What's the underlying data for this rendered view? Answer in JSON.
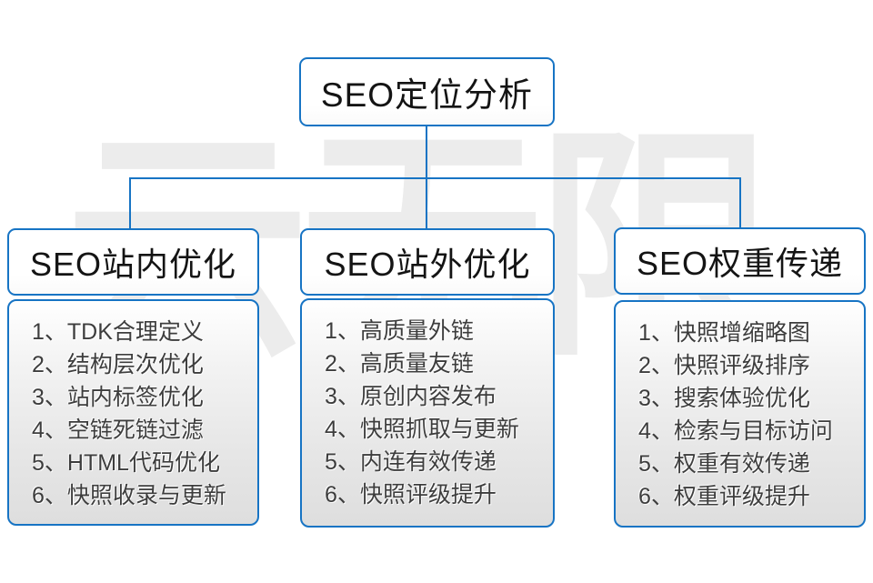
{
  "watermark": "云无限",
  "root": {
    "title": "SEO定位分析"
  },
  "columns": [
    {
      "title": "SEO站内优化",
      "items": [
        "1、TDK合理定义",
        "2、结构层次优化",
        "3、站内标签优化",
        "4、空链死链过滤",
        "5、HTML代码优化",
        "6、快照收录与更新"
      ]
    },
    {
      "title": "SEO站外优化",
      "items": [
        "1、高质量外链",
        "2、高质量友链",
        "3、原创内容发布",
        "4、快照抓取与更新",
        "5、内连有效传递",
        "6、快照评级提升"
      ]
    },
    {
      "title": "SEO权重传递",
      "items": [
        "1、快照增缩略图",
        "2、快照评级排序",
        "3、搜索体验优化",
        "4、检索与目标访问",
        "5、权重有效传递",
        "6、权重评级提升"
      ]
    }
  ],
  "colors": {
    "accent_blue": "#1774c4",
    "panel_gray": "#e3e3e3",
    "text_dark": "#3d3d3d",
    "watermark_gray": "#ececec"
  }
}
